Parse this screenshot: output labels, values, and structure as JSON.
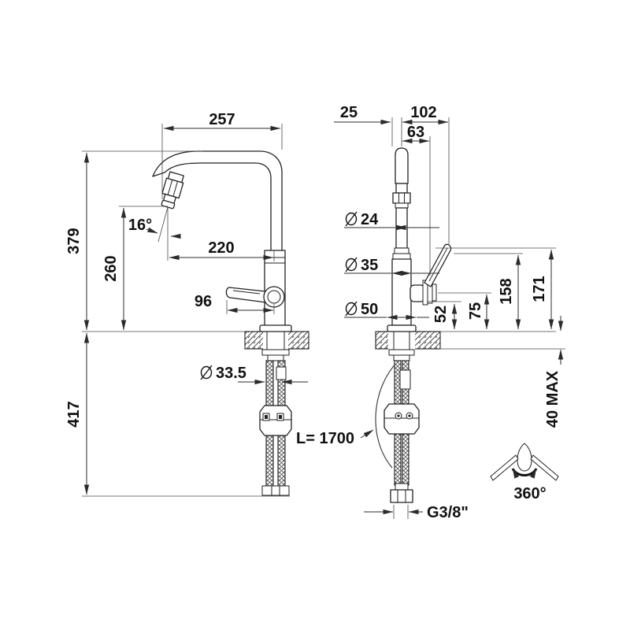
{
  "drawing": {
    "type": "kitchen-faucet-technical-drawing",
    "line_color": "#222222",
    "background": "#ffffff",
    "dims": {
      "spout_reach": "257",
      "total_height": "379",
      "spout_angle": "16°",
      "aerator_height": "260",
      "spout_depth": "220",
      "handle_reach_side": "96",
      "front_offset": "25",
      "handle_span": "102",
      "handle_offset": "63",
      "dia_spray": "24",
      "dia_body": "35",
      "dia_base": "50",
      "dia_shank": "33.5",
      "outlet_height": "52",
      "hub_height": "75",
      "lever_low": "158",
      "lever_high": "171",
      "under_counter": "417",
      "hose_length": "L= 1700",
      "counter_thickness": "40 MAX",
      "thread": "G3/8\"",
      "rotation": "360°"
    }
  }
}
